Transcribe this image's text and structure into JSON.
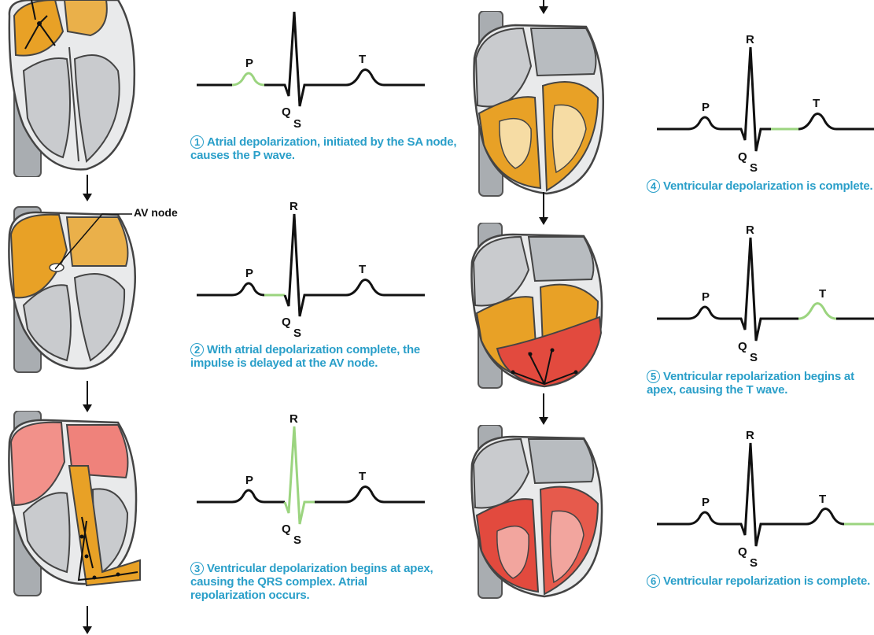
{
  "colors": {
    "caption": "#2a9fc9",
    "highlight_green": "#9bd47f",
    "trace": "#111111",
    "orange": "#e8a126",
    "red": "#e24a3e",
    "gray": "#b8bcc0"
  },
  "callout": {
    "av_node": "AV node"
  },
  "waves": {
    "p": "P",
    "q": "Q",
    "r": "R",
    "s": "S",
    "t": "T"
  },
  "steps": [
    {
      "number": "1",
      "text": "Atrial depolarization, initiated by the SA node, causes the P wave."
    },
    {
      "number": "2",
      "text": "With atrial depolarization complete, the impulse is delayed at the AV node."
    },
    {
      "number": "3",
      "text": "Ventricular depolarization begins at apex, causing the QRS complex. Atrial repolarization occurs."
    },
    {
      "number": "4",
      "text": "Ventricular depolarization is complete."
    },
    {
      "number": "5",
      "text": "Ventricular repolarization begins at apex, causing the T wave."
    },
    {
      "number": "6",
      "text": "Ventricular repolarization is complete."
    }
  ]
}
